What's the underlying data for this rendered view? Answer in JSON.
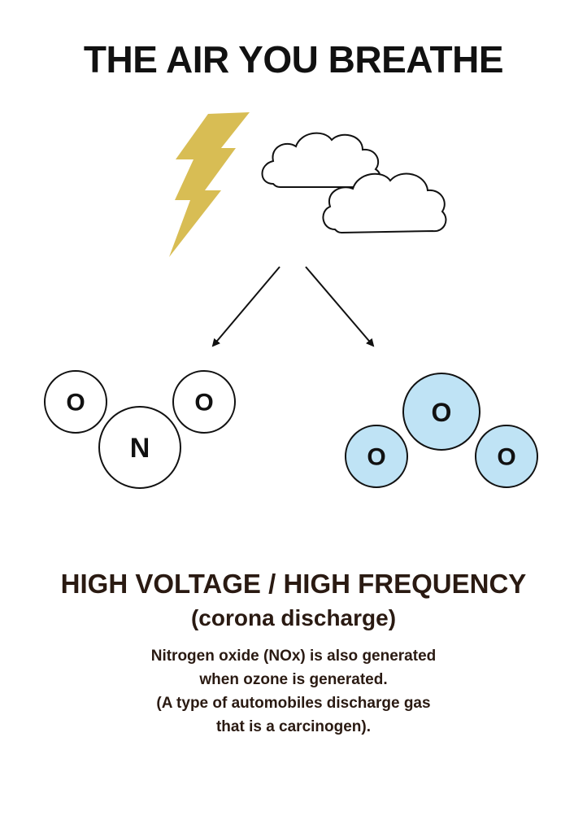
{
  "title": "THE AIR YOU BREATHE",
  "icons": [
    "lightning-bolt-icon",
    "cloud-icon",
    "cloud-icon",
    "arrow-icon",
    "arrow-icon"
  ],
  "molecules": {
    "nox": {
      "atoms": [
        "O",
        "N",
        "O"
      ],
      "fill": "#ffffff"
    },
    "ozone": {
      "atoms": [
        "O",
        "O",
        "O"
      ],
      "fill": "#bfe3f5"
    }
  },
  "colors": {
    "bolt": "#d8bd54",
    "text": "#2a1a12"
  },
  "heading": "HIGH VOLTAGE / HIGH FREQUENCY",
  "subheading": "(corona discharge)",
  "description": [
    "Nitrogen oxide (NOx) is also generated",
    "when ozone is generated.",
    "(A type of automobiles discharge gas",
    "that is a carcinogen)."
  ]
}
